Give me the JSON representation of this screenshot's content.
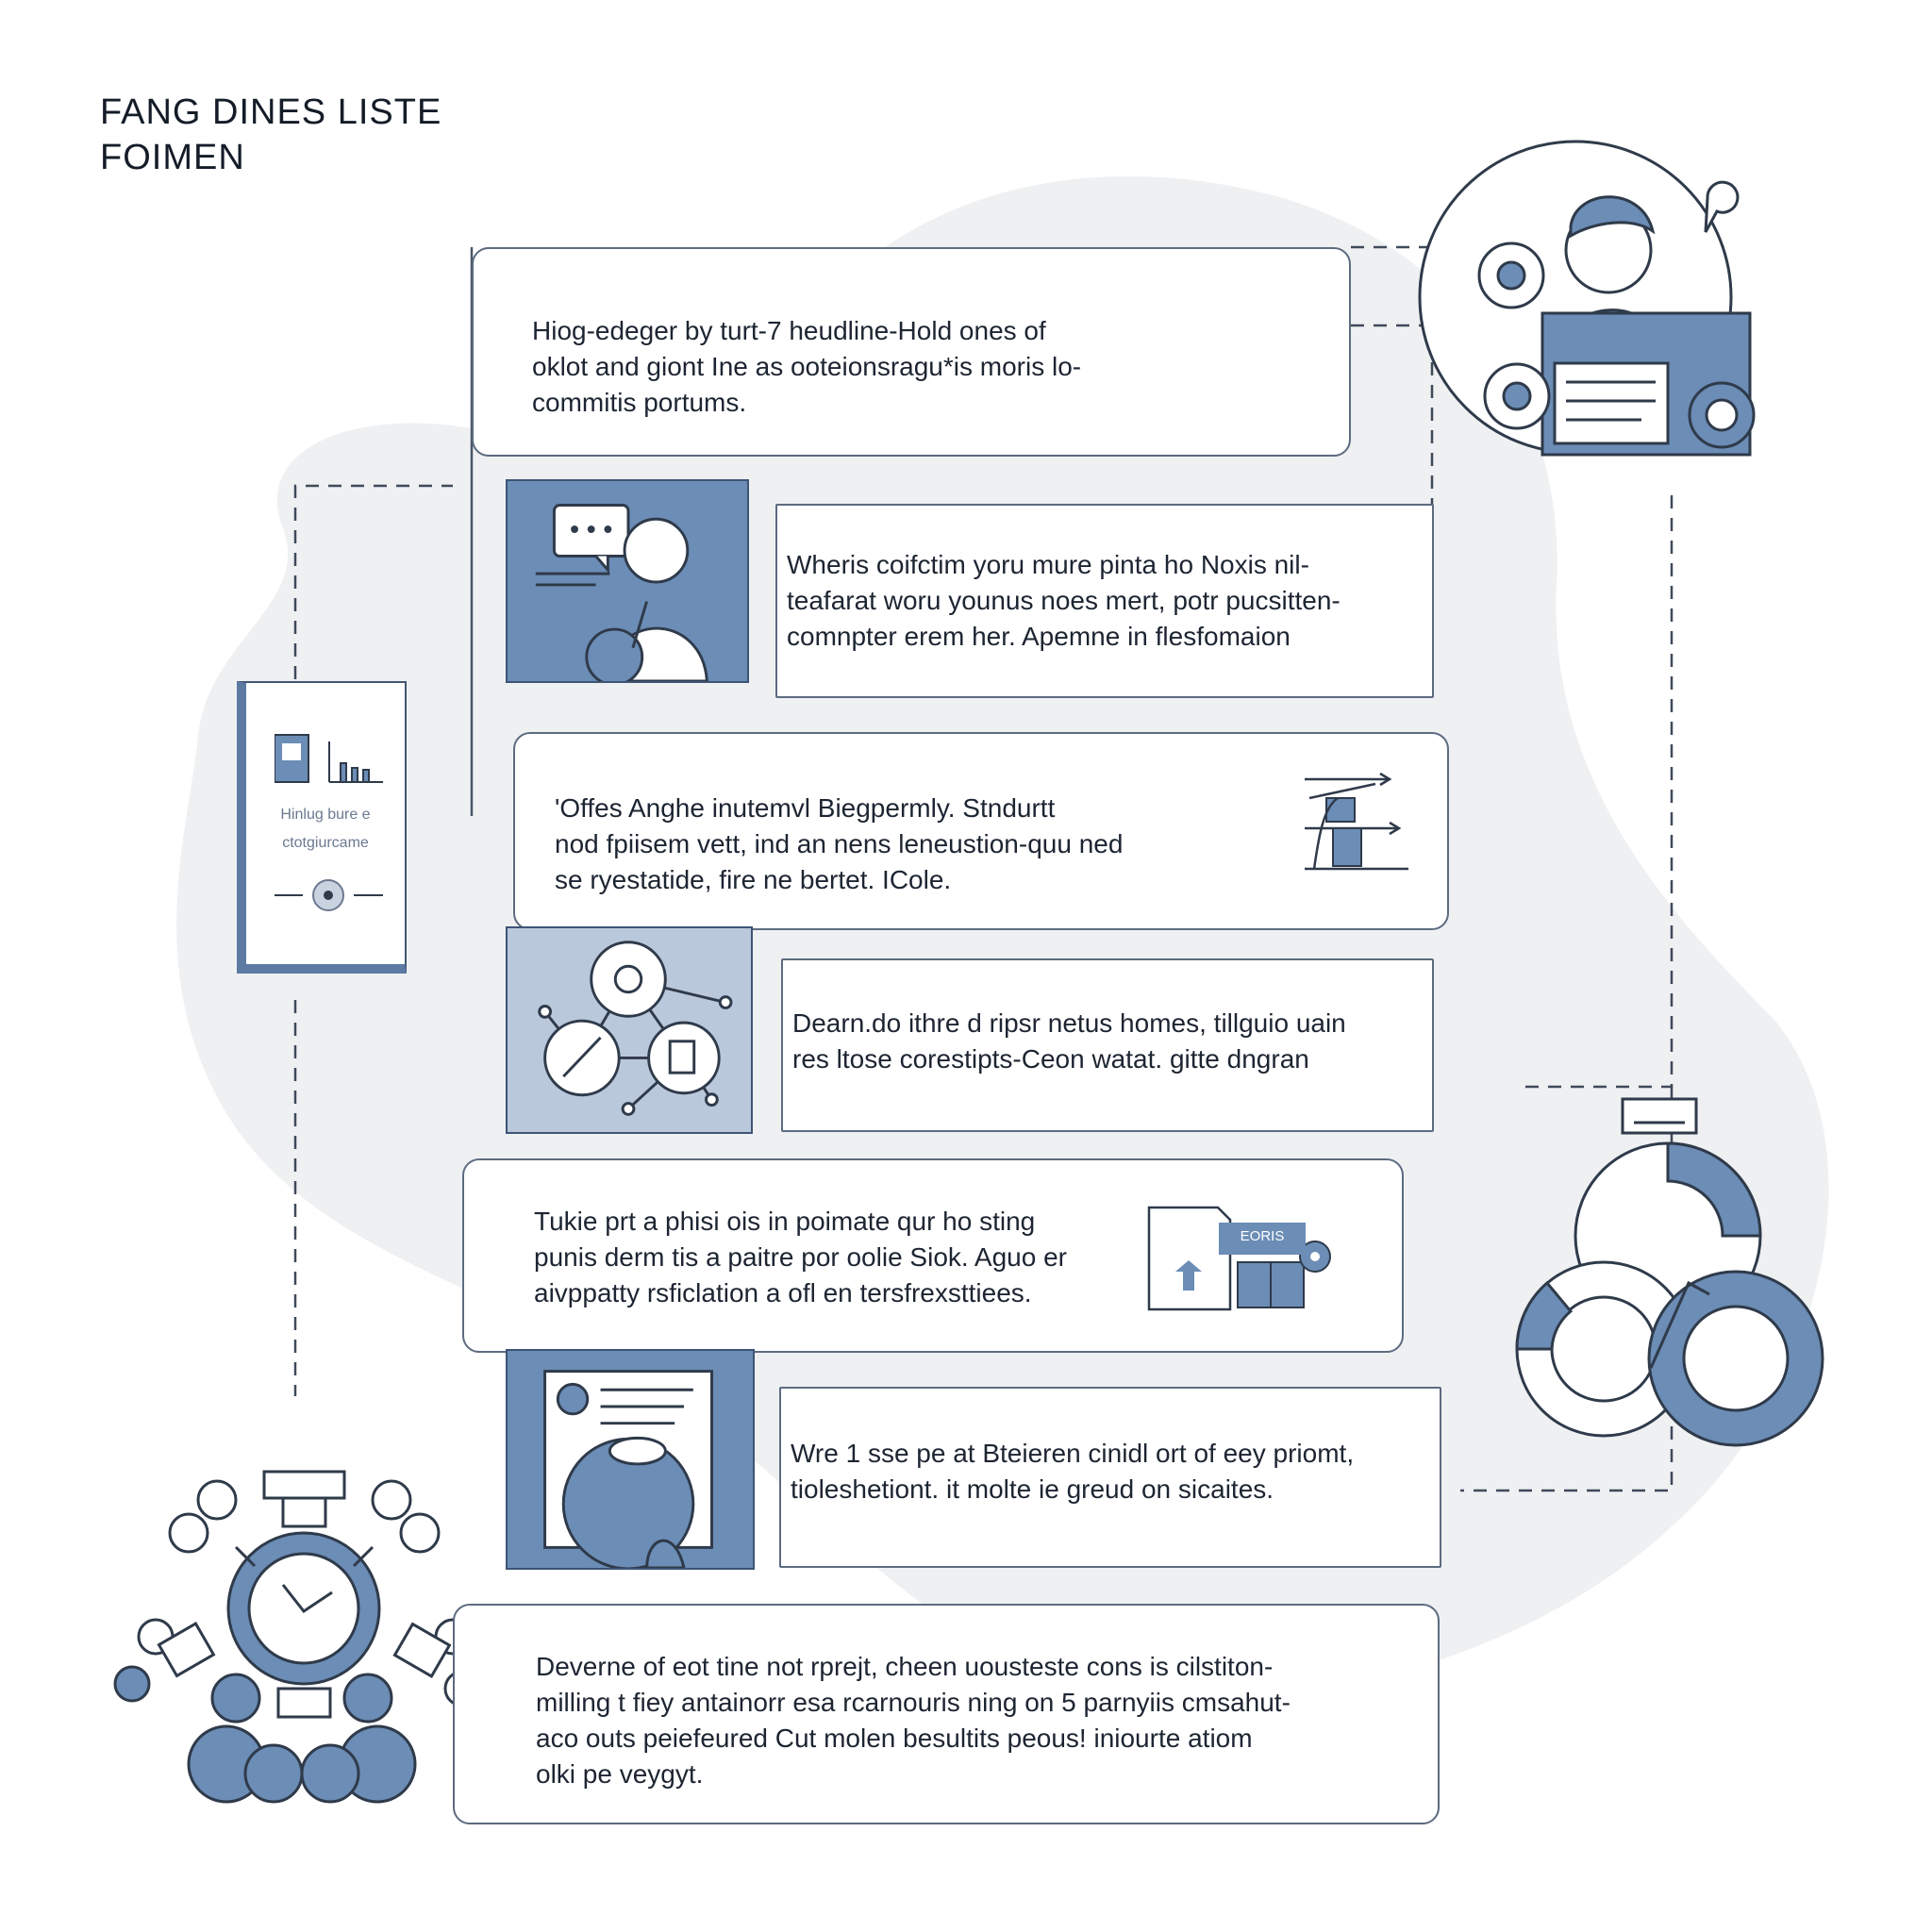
{
  "title": {
    "line1": "FANG DINES  LISTE",
    "line2": "FOIMEN"
  },
  "cards": [
    {
      "text": "Hiog-edeger by turt-7 heudline-Hold ones of\noklot and giont Ine as ooteionsragu*is moris lo-\ncommitis portums."
    },
    {
      "text": "Wheris coifctim yoru mure pinta ho Noxis nil-\nteafarat woru younus noes mert, potr pucsitten-\ncomnpter erem her. Apemne in flesfomaion"
    },
    {
      "text": "'Offes Anghe inutemvl Biegpermly. Stndurtt\nnod fpiisem vett, ind an nens leneustion-quu ned\nse ryestatide, fire ne bertet. ICole."
    },
    {
      "text": "Dearn.do ithre d ripsr netus homes, tillguio uain\nres ltose corestipts-Ceon watat. gitte dngran"
    },
    {
      "text": "Tukie prt a phisi ois in poimate qur ho sting\npunis derm tis a paitre por oolie Siok. Aguo er\naivppatty rsficlation a ofl en tersfrexsttiees."
    },
    {
      "text": "Wre 1 sse pe at Bteieren cinidl ort of eey priomt,\ntioleshetiont. it molte ie greud on sicaites."
    },
    {
      "text": "Deverne of eot tine not rprejt, cheen uousteste cons is cilstiton-\nmilling t fiey antainorr esa rcarnouris ning on 5 parnyiis cmsahut-\naco outs peiefeured Cut molen besultits peous! iniourte atiom\nolki pe veygyt."
    }
  ],
  "phone": {
    "line1": "Hinlug bure e",
    "line2": "ctotgiurcame"
  },
  "doc_badge": "EORIS",
  "colors": {
    "accent": "#6b8db6",
    "accent_dark": "#3e5475",
    "blob": "#eef0f2",
    "line": "#4a5568"
  },
  "icons": [
    "person-at-laptop-icon",
    "speech-bubble-person-icon",
    "growth-chart-icon",
    "network-nodes-icon",
    "document-chart-icon",
    "globe-document-icon",
    "clock-network-icon",
    "cycle-arrows-icon",
    "mobile-phone-icon"
  ]
}
